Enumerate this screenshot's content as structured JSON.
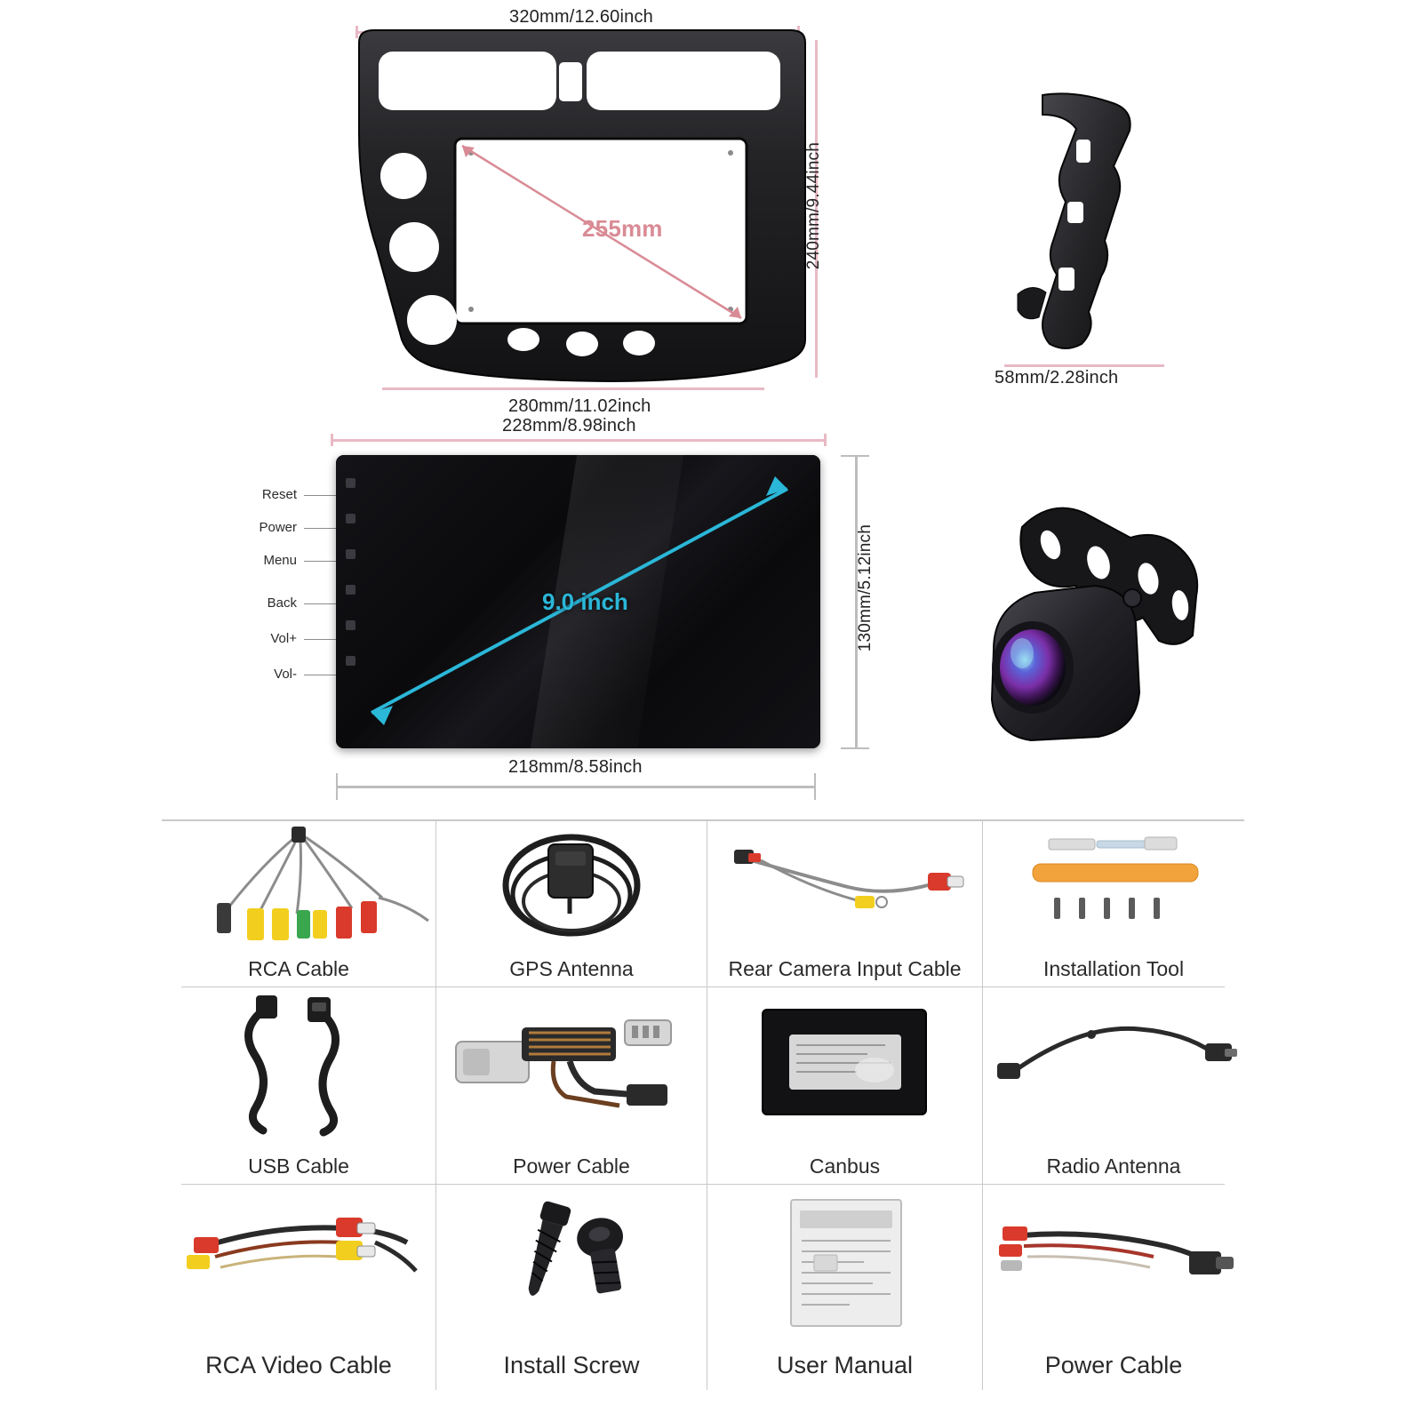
{
  "product": "Car stereo head unit installation kit — package contents diagram",
  "dimensions": {
    "frame_top_width": "320mm/12.60inch",
    "frame_bottom_width": "280mm/11.02inch",
    "frame_height": "240mm/9.44inch",
    "frame_opening_diagonal": "255mm",
    "trim_piece_width": "58mm/2.28inch",
    "radio_outer_width": "228mm/8.98inch",
    "radio_panel_width": "218mm/8.58inch",
    "radio_height": "130mm/5.12inch",
    "screen_size": "9.0 inch"
  },
  "radio_buttons": [
    {
      "label": "Reset"
    },
    {
      "label": "Power"
    },
    {
      "label": "Menu"
    },
    {
      "label": "Back"
    },
    {
      "label": "Vol+"
    },
    {
      "label": "Vol-"
    }
  ],
  "accessories": {
    "rows": [
      [
        {
          "label": "RCA Cable",
          "icon": "rca-cable-icon"
        },
        {
          "label": "GPS Antenna",
          "icon": "gps-antenna-icon"
        },
        {
          "label": "Rear Camera Input Cable",
          "icon": "rear-camera-input-cable-icon"
        },
        {
          "label": "Installation Tool",
          "icon": "installation-tool-icon"
        }
      ],
      [
        {
          "label": "USB Cable",
          "icon": "usb-cable-icon"
        },
        {
          "label": "Power Cable",
          "icon": "power-cable-icon"
        },
        {
          "label": "Canbus",
          "icon": "canbus-icon"
        },
        {
          "label": "Radio Antenna",
          "icon": "radio-antenna-icon"
        }
      ],
      [
        {
          "label": "RCA Video Cable",
          "icon": "rca-video-cable-icon"
        },
        {
          "label": "Install Screw",
          "icon": "install-screw-icon"
        },
        {
          "label": "User Manual",
          "icon": "user-manual-icon"
        },
        {
          "label": "Power Cable",
          "icon": "power-cable-icon"
        }
      ]
    ]
  },
  "colors": {
    "dimension_line": "#e8b9c4",
    "dimension_text": "#232323",
    "diagonal_pink": "#d98b95",
    "diagonal_cyan": "#2bb7d8",
    "plastic_black": "#2a2a2c",
    "grid_line": "#c9c9c9",
    "background": "#ffffff"
  }
}
